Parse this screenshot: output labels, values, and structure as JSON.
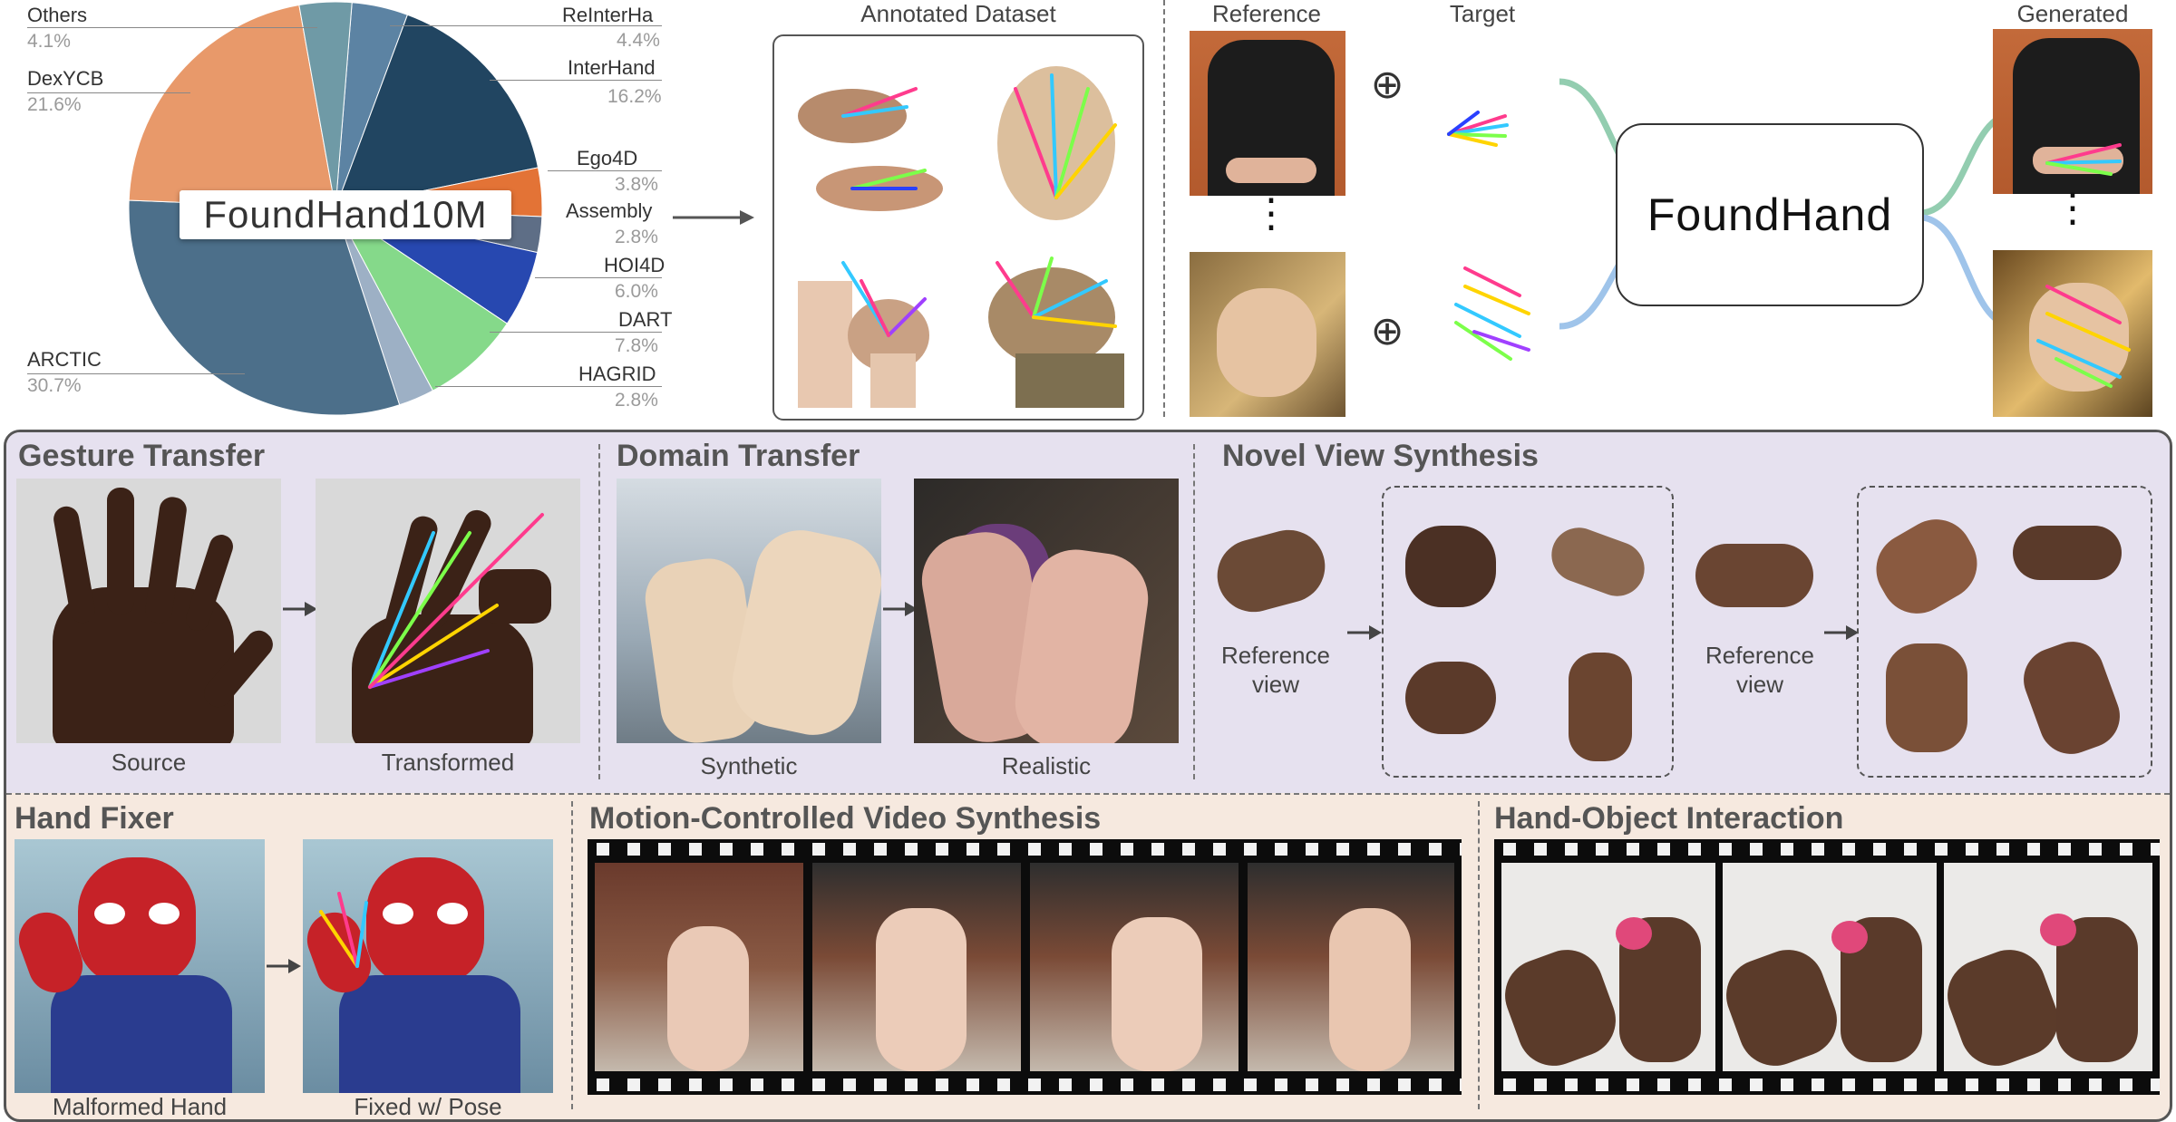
{
  "pie": {
    "center_label": "FoundHand10M",
    "slices": [
      {
        "name": "ReInterHa",
        "pct": "4.4%",
        "value": 4.4,
        "color": "#5c83a3"
      },
      {
        "name": "InterHand",
        "pct": "16.2%",
        "value": 16.2,
        "color": "#214561"
      },
      {
        "name": "Ego4D",
        "pct": "3.8%",
        "value": 3.8,
        "color": "#e37336"
      },
      {
        "name": "Assembly",
        "pct": "2.8%",
        "value": 2.8,
        "color": "#5e6e86"
      },
      {
        "name": "HOI4D",
        "pct": "6.0%",
        "value": 6.0,
        "color": "#2748b0"
      },
      {
        "name": "DART",
        "pct": "7.8%",
        "value": 7.8,
        "color": "#85d98a"
      },
      {
        "name": "HAGRID",
        "pct": "2.8%",
        "value": 2.8,
        "color": "#9db0c5"
      },
      {
        "name": "ARCTIC",
        "pct": "30.7%",
        "value": 30.7,
        "color": "#4c6f8a"
      },
      {
        "name": "DexYCB",
        "pct": "21.6%",
        "value": 21.6,
        "color": "#e8996a"
      },
      {
        "name": "Others",
        "pct": "4.1%",
        "value": 4.1,
        "color": "#6f9aa6"
      }
    ]
  },
  "top": {
    "annotated_dataset": "Annotated Dataset",
    "reference": "Reference",
    "target": "Target",
    "generated": "Generated",
    "model_name": "FoundHand",
    "plus": "⊕",
    "dots": "⋮"
  },
  "gesture": {
    "title": "Gesture Transfer",
    "source": "Source",
    "transformed": "Transformed"
  },
  "domain": {
    "title": "Domain Transfer",
    "synthetic": "Synthetic",
    "realistic": "Realistic"
  },
  "novel": {
    "title": "Novel View Synthesis",
    "ref_line1": "Reference",
    "ref_line2": "view"
  },
  "fixer": {
    "title": "Hand Fixer",
    "malformed": "Malformed Hand",
    "fixed": "Fixed w/ Pose"
  },
  "motion": {
    "title": "Motion-Controlled Video Synthesis"
  },
  "hoi": {
    "title": "Hand-Object Interaction"
  },
  "colors": {
    "mid_panel": "#e6e1ef",
    "bottom_panel": "#f6e9df",
    "panel_border": "#555555",
    "skeleton": [
      "#ff3b8d",
      "#33c9ff",
      "#7cff4a",
      "#ffd400",
      "#a040ff",
      "#2a40ff"
    ]
  }
}
